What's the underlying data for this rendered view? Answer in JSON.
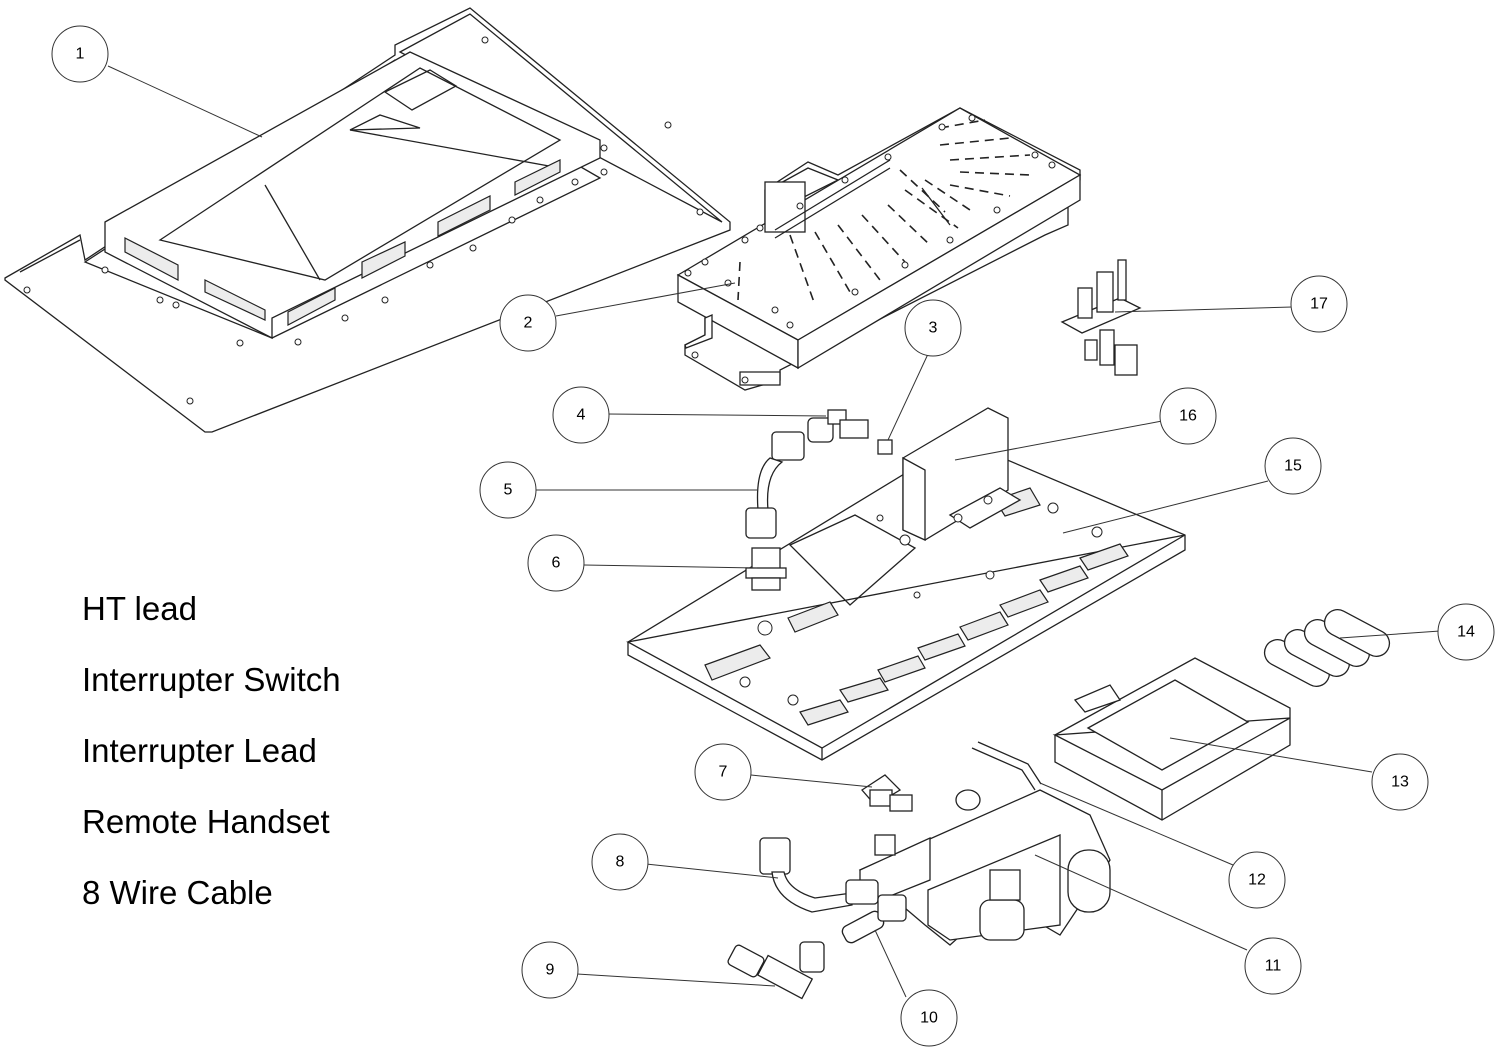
{
  "callouts": [
    {
      "num": "1"
    },
    {
      "num": "2"
    },
    {
      "num": "3"
    },
    {
      "num": "4"
    },
    {
      "num": "5"
    },
    {
      "num": "6"
    },
    {
      "num": "7"
    },
    {
      "num": "8"
    },
    {
      "num": "9"
    },
    {
      "num": "10"
    },
    {
      "num": "11"
    },
    {
      "num": "12"
    },
    {
      "num": "13"
    },
    {
      "num": "14"
    },
    {
      "num": "15"
    },
    {
      "num": "16"
    },
    {
      "num": "17"
    }
  ],
  "parts_list": [
    "HT lead",
    "Interrupter Switch",
    "Interrupter Lead",
    "Remote Handset",
    "8 Wire Cable"
  ]
}
